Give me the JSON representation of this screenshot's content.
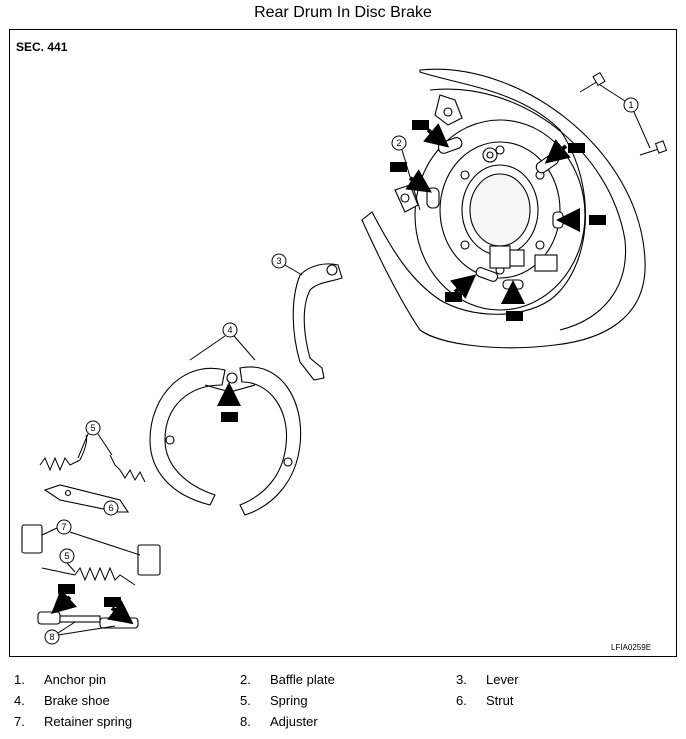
{
  "title": "Rear Drum In Disc Brake",
  "section": "SEC. 441",
  "figure_code": "LFIA0259E",
  "callouts": [
    "1",
    "2",
    "3",
    "4",
    "5",
    "6",
    "7",
    "8"
  ],
  "legend": [
    {
      "num": "1.",
      "name": "Anchor pin"
    },
    {
      "num": "2.",
      "name": "Baffle plate"
    },
    {
      "num": "3.",
      "name": "Lever"
    },
    {
      "num": "4.",
      "name": "Brake shoe"
    },
    {
      "num": "5.",
      "name": "Spring"
    },
    {
      "num": "6.",
      "name": "Strut"
    },
    {
      "num": "7.",
      "name": "Retainer spring"
    },
    {
      "num": "8.",
      "name": "Adjuster"
    }
  ]
}
